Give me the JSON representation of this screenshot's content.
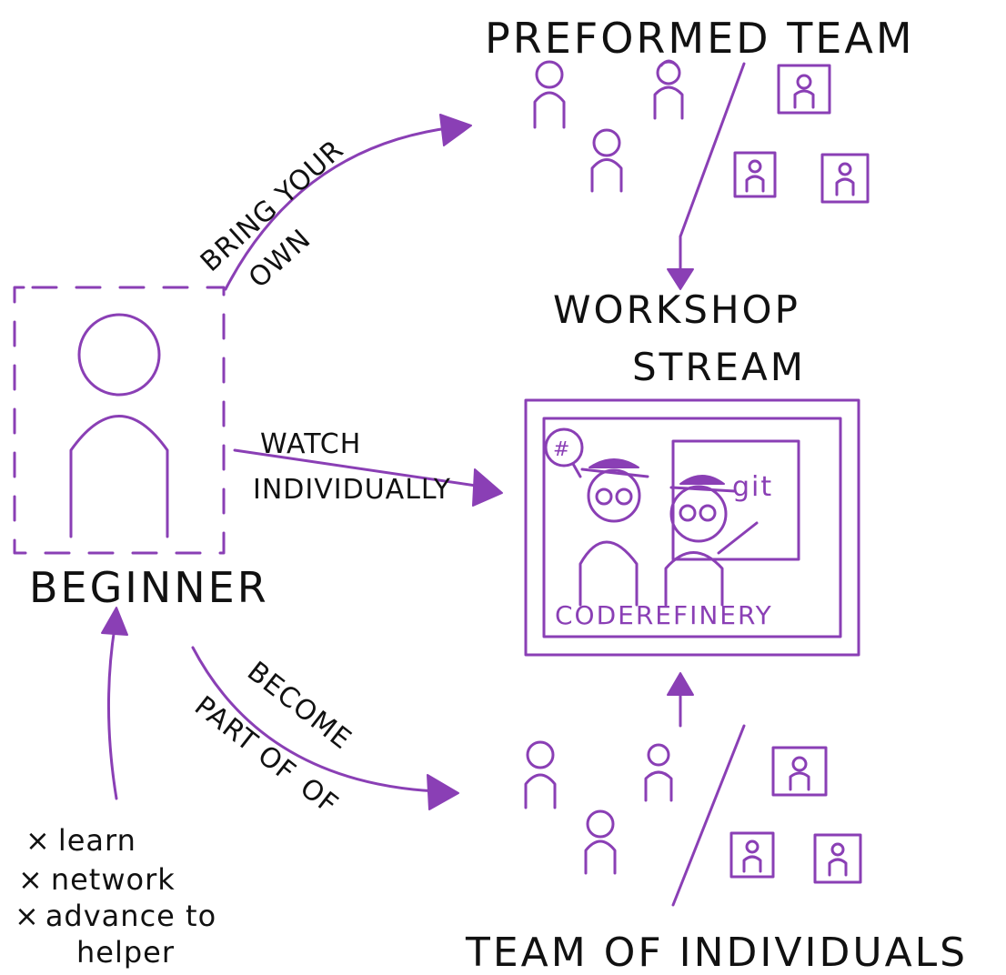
{
  "colors": {
    "accent": "#8a3fb5",
    "ink": "#111111",
    "background": "#ffffff"
  },
  "labels": {
    "preformed_team": "PREFORMED TEAM",
    "workshop_line1": "WORKSHOP",
    "workshop_line2": "STREAM",
    "beginner": "BEGINNER",
    "team_of_individuals": "TEAM OF INDIVIDUALS",
    "bring_your": "BRING YOUR",
    "own": "OWN",
    "watch": "WATCH",
    "individually": "INDIVIDUALLY",
    "become": "BECOME",
    "part_of": "PART OF",
    "of": "OF",
    "git": "git",
    "hash": "#",
    "coderefinery": "CODEREFINERY"
  },
  "benefits": [
    {
      "bullet": "×",
      "text": "learn"
    },
    {
      "bullet": "×",
      "text": "network"
    },
    {
      "bullet": "×",
      "text": "advance to"
    },
    {
      "bullet": "",
      "text": "helper"
    }
  ],
  "icons": [
    "person-icon",
    "video-tile-icon",
    "arrow-icon",
    "speech-bubble-icon"
  ]
}
